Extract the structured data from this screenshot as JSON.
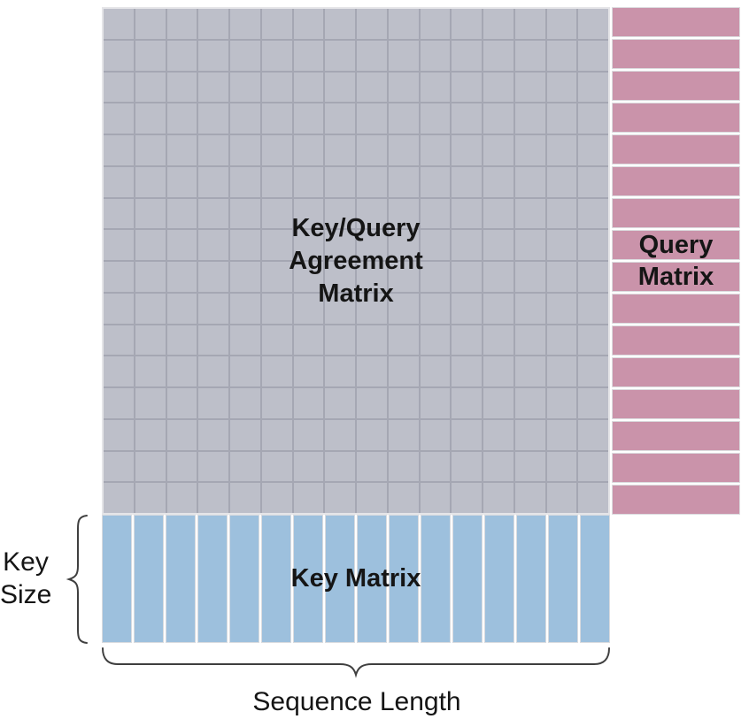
{
  "colors": {
    "agreement_fill": "#bdbfc9",
    "agreement_line": "#a5a7b3",
    "query_fill": "#ca93aa",
    "key_fill": "#9dc0dd",
    "block_border": "#e5e5e8",
    "brace": "#3f3f3f",
    "text": "#151515"
  },
  "agreement_matrix": {
    "label_lines": [
      "Key/Query",
      "Agreement",
      "Matrix"
    ],
    "rows": 16,
    "cols": 16
  },
  "query_matrix": {
    "label_lines": [
      "Query",
      "Matrix"
    ],
    "rows": 16
  },
  "key_matrix": {
    "label": "Key Matrix",
    "cols": 16
  },
  "annotations": {
    "key_size_lines": [
      "Key",
      "Size"
    ],
    "sequence_length": "Sequence Length"
  }
}
